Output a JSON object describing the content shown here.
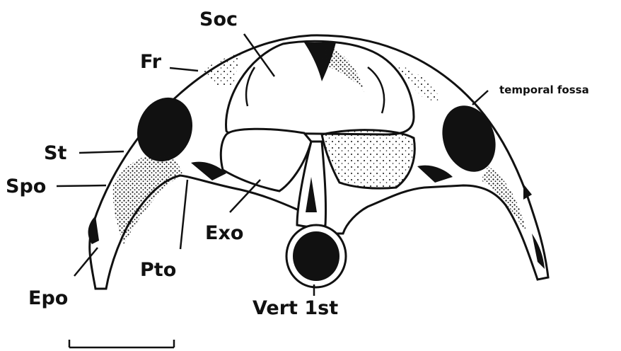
{
  "labels": {
    "soc": "Soc",
    "fr": "Fr",
    "temporal_fossa": "temporal fossa",
    "st": "St",
    "spo": "Spo",
    "exo": "Exo",
    "pto": "Pto",
    "epo": "Epo",
    "vert": "Vert 1st"
  },
  "colors": {
    "ink": "#111111",
    "paper": "#ffffff"
  }
}
